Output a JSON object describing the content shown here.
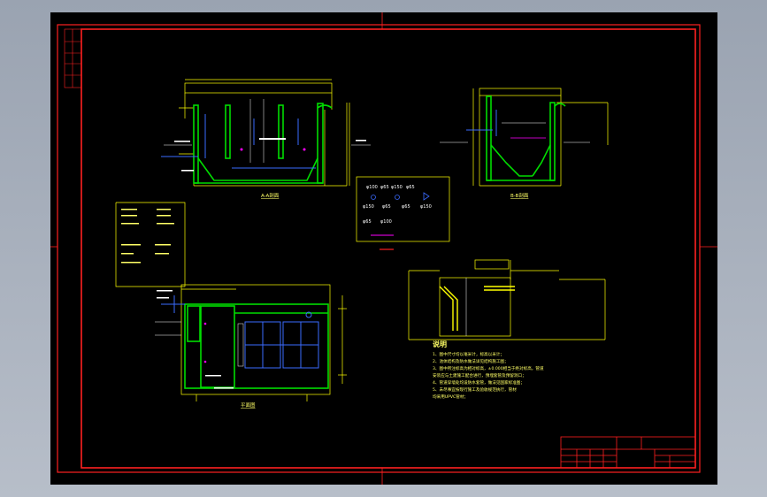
{
  "colors": {
    "frame": "#ff2020",
    "outline": "#ffff00",
    "wall": "#00dd00",
    "pipe": "#3a6bff",
    "dim": "#ffffff",
    "accent": "#ff00ff",
    "background": "#000000",
    "window": "#a3abb8"
  },
  "views": {
    "section_aa": {
      "title": "A-A剖面"
    },
    "section_bb": {
      "title": "B-B剖面"
    },
    "plan": {
      "title": "平面图"
    }
  },
  "legend": {
    "items": [
      {
        "label": "φ100"
      },
      {
        "label": "φ65"
      },
      {
        "label": "φ150"
      },
      {
        "label": "φ65"
      },
      {
        "label": "φ150"
      },
      {
        "label": "φ65"
      },
      {
        "label": "φ65"
      },
      {
        "label": "φ150"
      },
      {
        "label": "φ65"
      },
      {
        "label": "φ100"
      }
    ]
  },
  "notes": {
    "heading": "说明",
    "lines": [
      "1、图中尺寸均以毫米计，标高以米计；",
      "2、池体结构及防水做法详见结构施工图；",
      "3、图中所注标高为相对标高，±0.000相当于绝对标高，管道",
      "安装应与土建施工配合进行，预埋套管及预留洞口；",
      "4、管道穿墙处均设防水套管，做法见国家标准图；",
      "5、未尽事宜按现行施工及验收规范执行，管材",
      "均采用UPVC管材；"
    ]
  }
}
